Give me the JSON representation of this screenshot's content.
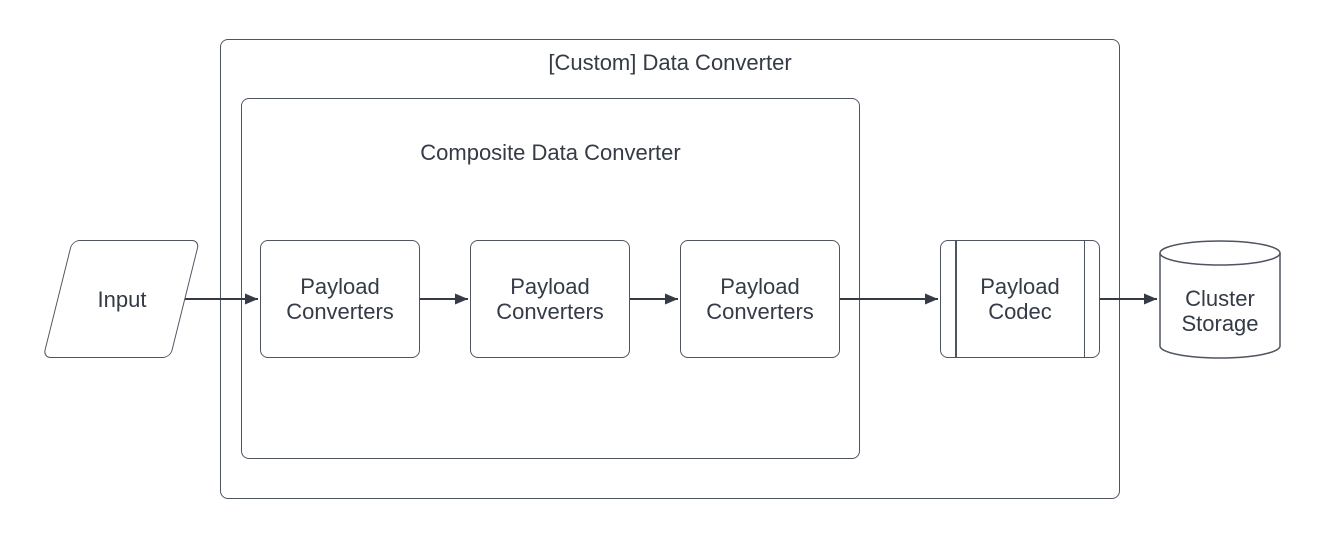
{
  "diagram": {
    "outer_container": {
      "title": "[Custom] Data Converter"
    },
    "composite_container": {
      "title": "Composite Data Converter"
    },
    "nodes": {
      "input": {
        "label": "Input",
        "shape": "parallelogram"
      },
      "converters": [
        {
          "label": "Payload\nConverters",
          "shape": "rounded-rectangle"
        },
        {
          "label": "Payload\nConverters",
          "shape": "rounded-rectangle"
        },
        {
          "label": "Payload\nConverters",
          "shape": "rounded-rectangle"
        }
      ],
      "codec": {
        "label": "Payload\nCodec",
        "shape": "predefined-process"
      },
      "storage": {
        "label": "Cluster\nStorage",
        "shape": "cylinder"
      }
    },
    "connections": [
      {
        "from": "input",
        "to": "converter-1"
      },
      {
        "from": "converter-1",
        "to": "converter-2"
      },
      {
        "from": "converter-2",
        "to": "converter-3"
      },
      {
        "from": "converter-3",
        "to": "codec"
      },
      {
        "from": "codec",
        "to": "storage"
      }
    ],
    "colors": {
      "background": "#ffffff",
      "shape_stroke": "#4e5560",
      "arrow": "#343b46",
      "text": "#343b46"
    }
  }
}
